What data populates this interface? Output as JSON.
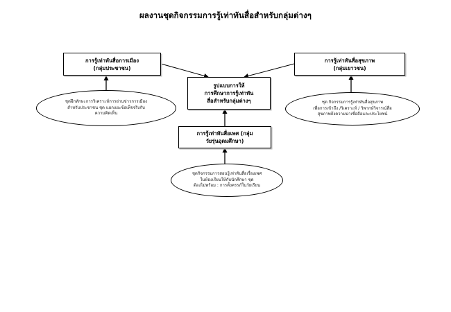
{
  "title": "ผลงานชุดกิจกรรมการรู้เท่าทันสื่อสำหรับกลุ่มต่างๆ",
  "boxes": {
    "politics": {
      "line1": "การรู้เท่าทันสื่อการเมือง",
      "line2": "(กลุ่มประชาชน)"
    },
    "center": {
      "line1": "รูปแบบการให้",
      "line2": "การศึกษาการรู้เท่าทัน",
      "line3": "สื่อสำหรับกลุ่มต่างๆ"
    },
    "health": {
      "line1": "การรู้เท่าทันสื่อสุขภาพ",
      "line2": "(กลุ่มเยาวชน)"
    },
    "sex": {
      "line1": "การรู้เท่าทันสื่อเพศ (กลุ่ม",
      "line2": "วัยรุ่นอุดมศึกษา)"
    }
  },
  "ovals": {
    "politics": {
      "line1": "ชุดฝึกทักษะการวิเคราะห์การอ่านข่าวการเมือง",
      "line2": "สำหรับประชาชน ชุด แยกแยะข้อเท็จจริงกับ",
      "line3": "ความคิดเห็น"
    },
    "health": {
      "line1": "ชุด กิจกรรมการรู้เท่าทันสื่อสุขภาพ",
      "line2": "เพื่อการเข้าถึง /วิเคราะห์ / วิพากษ์วิจารณ์สื่อ",
      "line3": "สุขภาพถึงความน่าเชื่อถือและประโยชน์"
    },
    "sex": {
      "line1": "ชุดกิจกรรมการสอนรู้เท่าทันสื่อเรื่องเพศ",
      "line2": "ในห้องเรียนให้กับนักศึกษา ชุด",
      "line3": "ต้องไม่พร้อม : การตั้งครรภ์ในวัยเรียน"
    }
  }
}
